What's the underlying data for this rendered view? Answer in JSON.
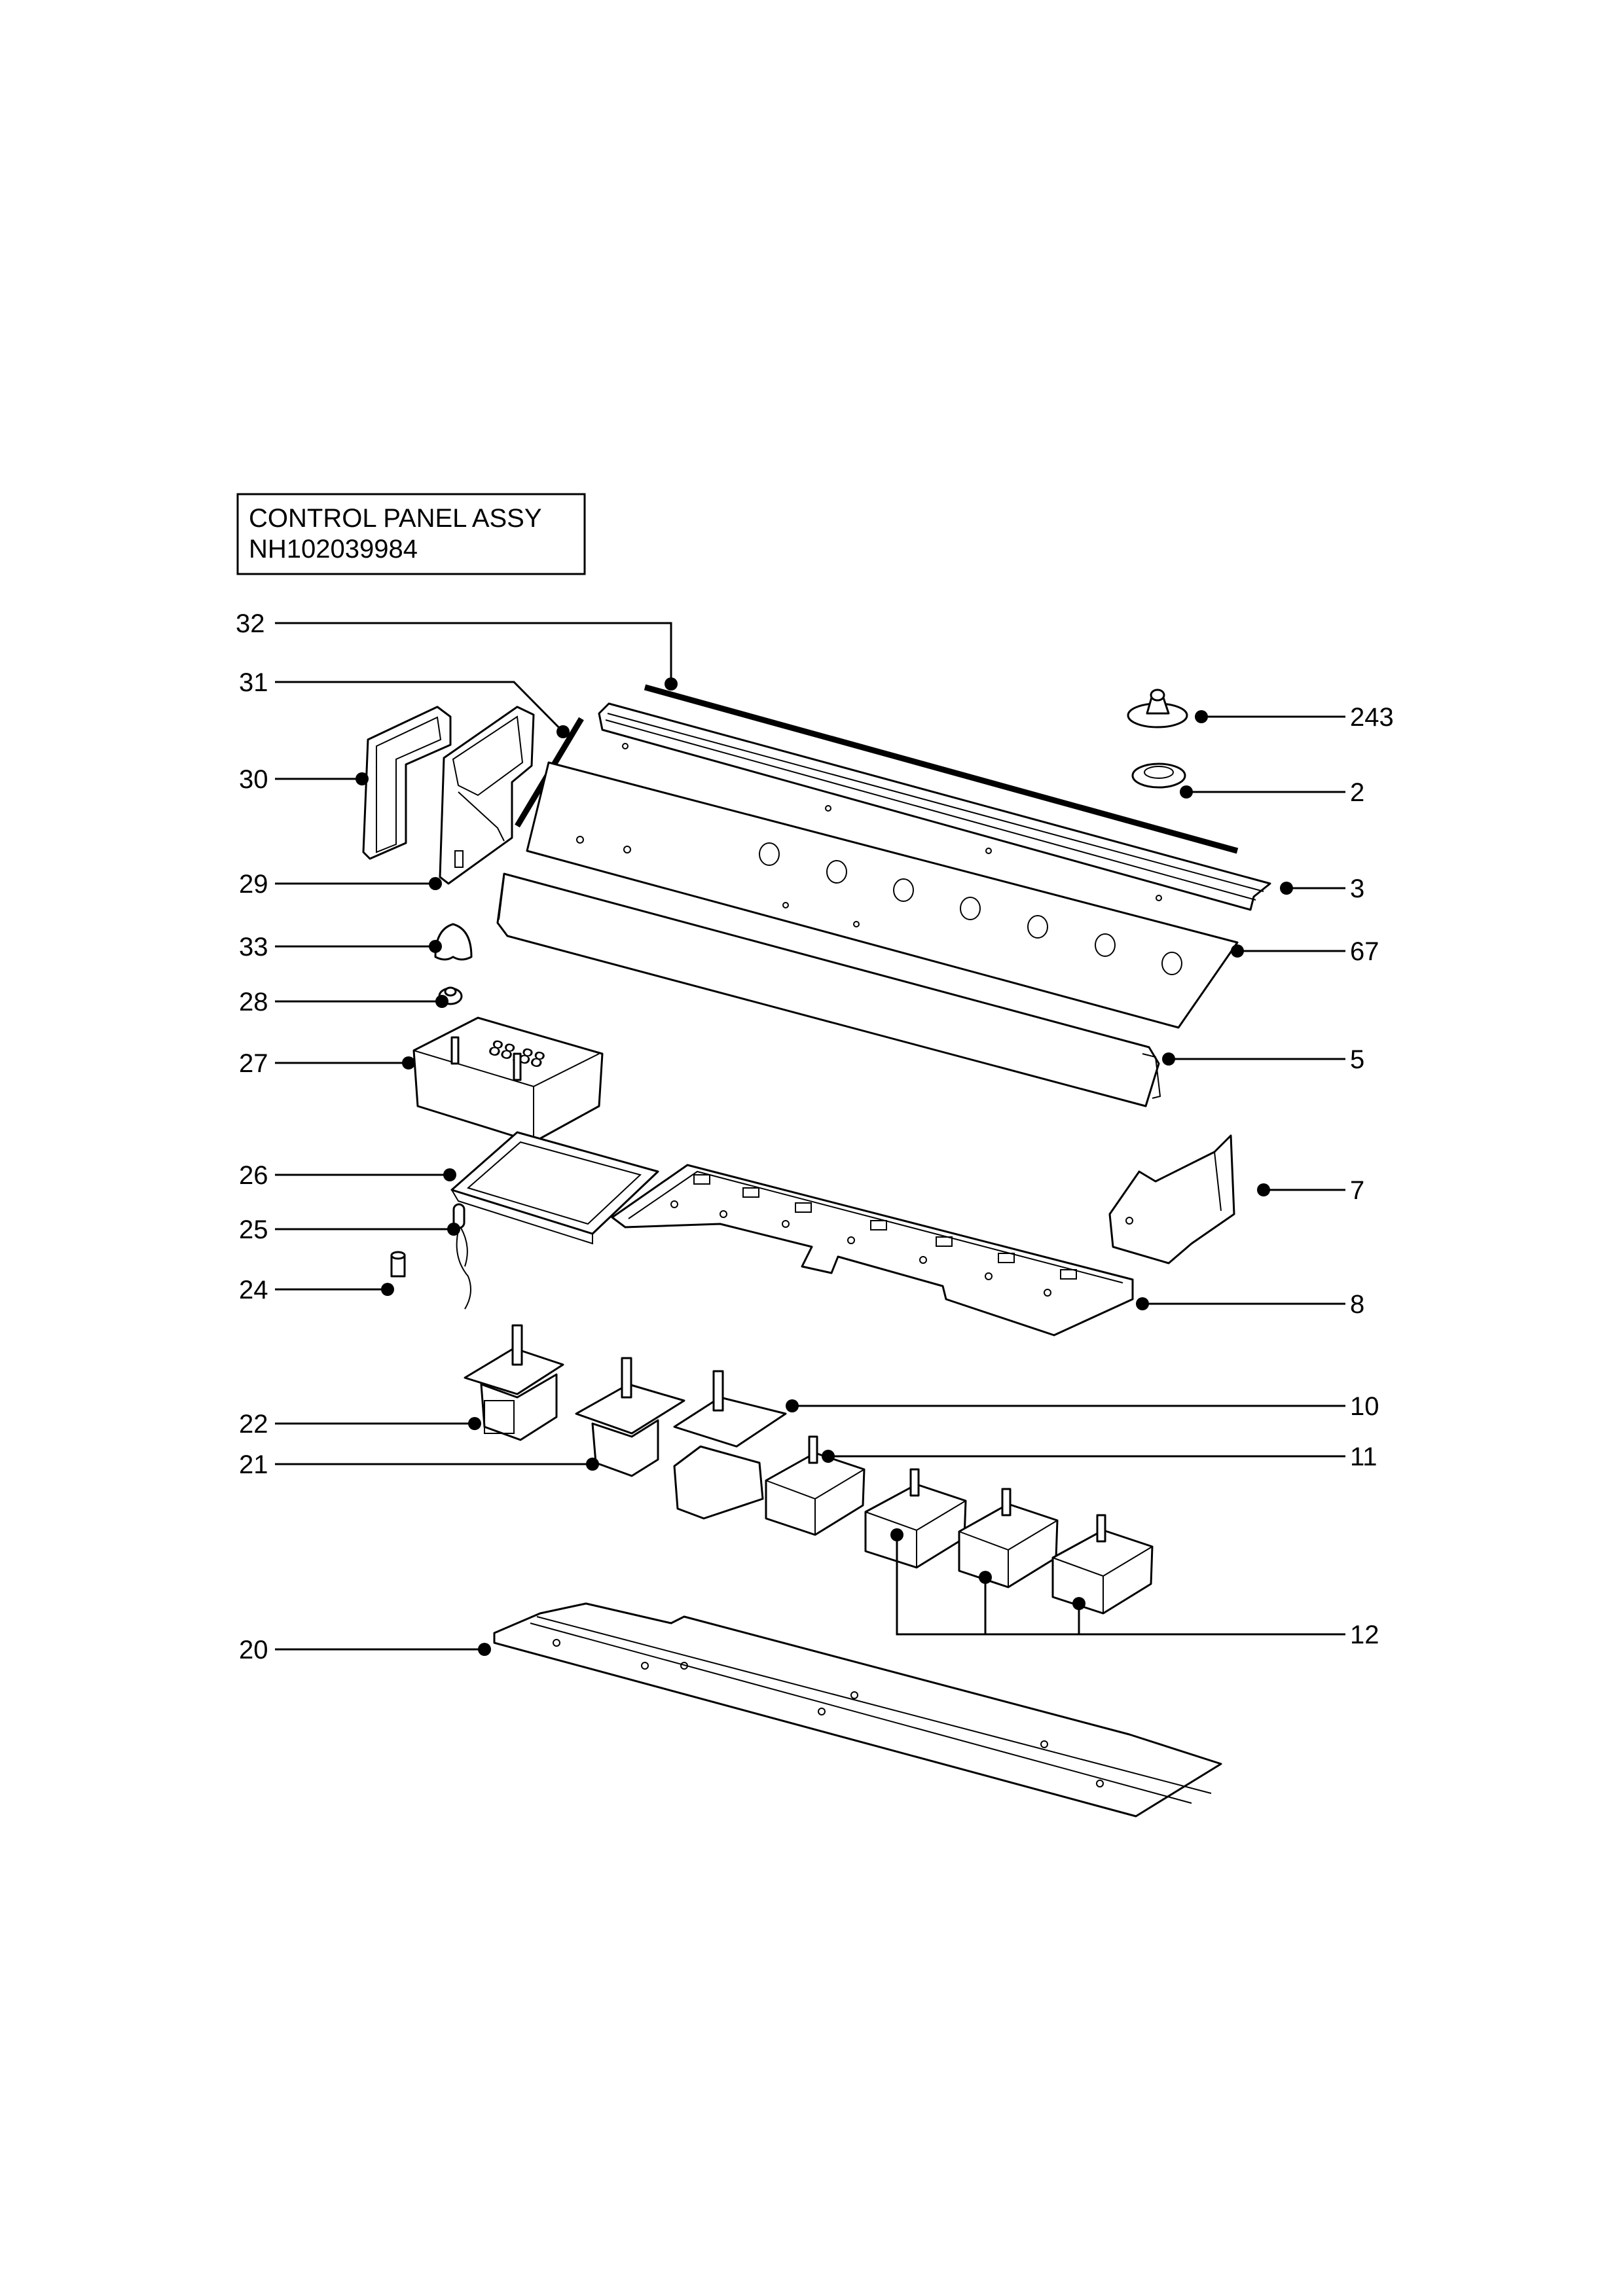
{
  "title": {
    "line1": "CONTROL PANEL ASSY",
    "line2": "NH102039984"
  },
  "callouts": {
    "c32": "32",
    "c31": "31",
    "c30": "30",
    "c29": "29",
    "c33": "33",
    "c28": "28",
    "c27": "27",
    "c26": "26",
    "c25": "25",
    "c24": "24",
    "c22": "22",
    "c21": "21",
    "c20": "20",
    "c243": "243",
    "c2": "2",
    "c3": "3",
    "c67": "67",
    "c5": "5",
    "c7": "7",
    "c8": "8",
    "c10": "10",
    "c11": "11",
    "c12": "12"
  },
  "display_text": "88.88"
}
